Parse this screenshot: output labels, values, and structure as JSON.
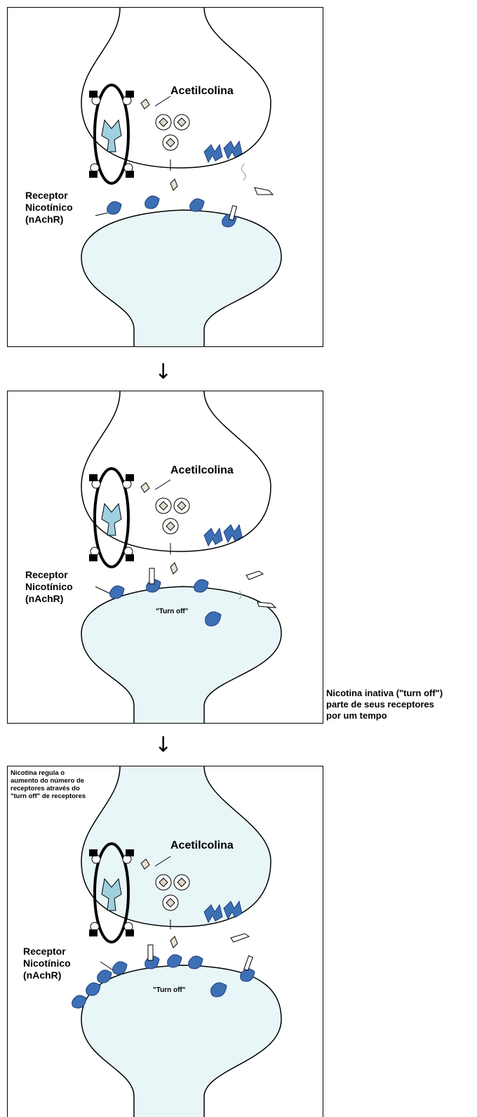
{
  "panels": [
    {
      "acetylcholine_label": "Acetilcolina",
      "receptor_label": [
        "Receptor",
        "Nicotínico",
        "(nAchR)"
      ]
    },
    {
      "acetylcholine_label": "Acetilcolina",
      "receptor_label": [
        "Receptor",
        "Nicotínico",
        "(nAchR)"
      ],
      "turn_off_label": "\"Turn off\""
    },
    {
      "acetylcholine_label": "Acetilcolina",
      "receptor_label": [
        "Receptor",
        "Nicotínico",
        "(nAchR)"
      ],
      "turn_off_label": "\"Turn off\"",
      "note": [
        "Nicotina regula o",
        "aumento do número de",
        "receptores através do",
        "\"turn off\" de receptores"
      ]
    }
  ],
  "arrows": [
    "↓",
    "↓"
  ],
  "side_note": [
    "Nicotina inativa (\"turn off\")",
    "parte de seus receptores",
    "por um tempo"
  ],
  "colors": {
    "cell_fill": "#e8f6f8",
    "receptor": "#3d6fb5",
    "receptor_dark": "#1f3f7a",
    "outline": "#000000"
  }
}
